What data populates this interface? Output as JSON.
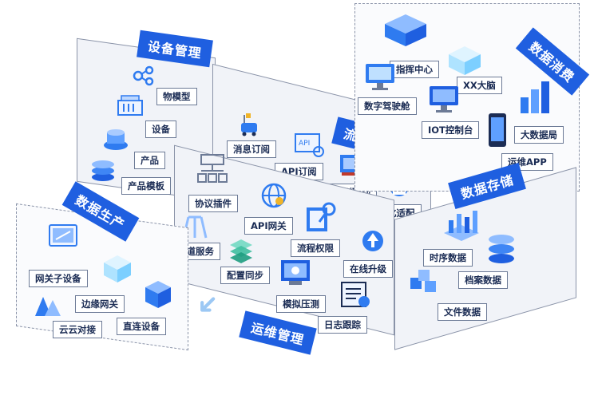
{
  "sections": {
    "device_mgmt": {
      "title": "设备管理",
      "items": [
        "物模型",
        "设备",
        "产品",
        "产品模板"
      ]
    },
    "stream_compute": {
      "title": "流式计算",
      "items": [
        "消息订阅",
        "API订阅",
        "规则联动",
        "可视化适配"
      ]
    },
    "data_consume": {
      "title": "数据消费",
      "items": [
        "指挥中心",
        "XX大脑",
        "数字驾驶舱",
        "IOT控制台",
        "大数据局",
        "运维APP"
      ]
    },
    "data_produce": {
      "title": "数据生产",
      "items": [
        "网关子设备",
        "边缘网关",
        "云云对接",
        "直连设备"
      ]
    },
    "ops_mgmt": {
      "title": "运维管理",
      "items": [
        "协议插件",
        "API网关",
        "通道服务",
        "流程权限",
        "在线升级",
        "配置同步",
        "模拟压测",
        "日志跟踪"
      ]
    },
    "data_storage": {
      "title": "数据存储",
      "items": [
        "时序数据",
        "档案数据",
        "文件数据"
      ]
    }
  },
  "colors": {
    "banner": "#1f5fe0",
    "border": "#8a93a8",
    "panel": "#f1f3f8",
    "text": "#1b2c54",
    "icon": "#2f7bf0"
  }
}
